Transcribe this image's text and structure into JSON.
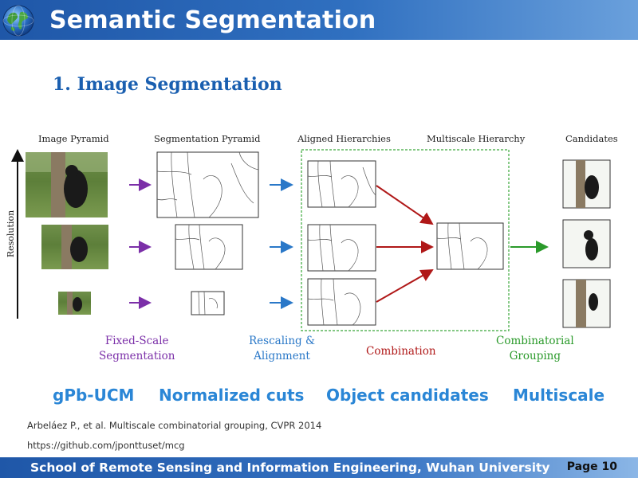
{
  "header": {
    "title": "Semantic Segmentation"
  },
  "section_title": "1. Image Segmentation",
  "figure": {
    "column_labels": [
      "Image Pyramid",
      "Segmentation Pyramid",
      "Aligned  Hierarchies",
      "Multiscale Hierarchy",
      "Candidates"
    ],
    "axis_label": "Resolution",
    "captions": {
      "fixed_scale": [
        "Fixed-Scale",
        "Segmentation"
      ],
      "rescaling": [
        "Rescaling &",
        "Alignment"
      ],
      "combination": "Combination",
      "combinatorial": [
        "Combinatorial",
        "Grouping"
      ]
    },
    "colors": {
      "purple": "#7b2fa8",
      "blue": "#2a78c8",
      "red": "#b01818",
      "green": "#2a9a2a",
      "dashed_box": "#3aa83a"
    }
  },
  "keywords": [
    "gPb-UCM",
    "Normalized cuts",
    "Object candidates",
    "Multiscale"
  ],
  "references": {
    "citation": "Arbeláez P., et al. Multiscale combinatorial grouping, CVPR 2014",
    "url": "https://github.com/jponttuset/mcg"
  },
  "footer": {
    "institution": "School of Remote Sensing and Information Engineering, Wuhan University",
    "page": "Page 10"
  }
}
